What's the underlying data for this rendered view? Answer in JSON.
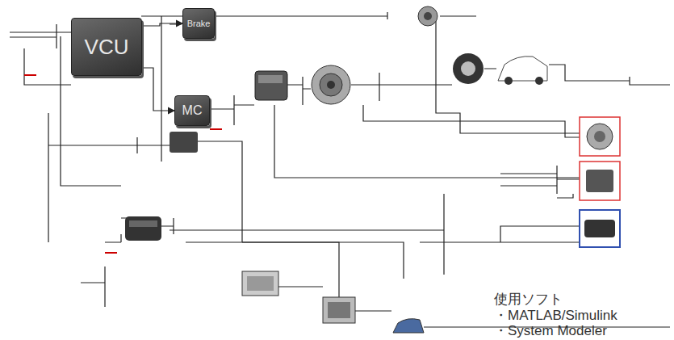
{
  "diagram": {
    "nodes": [
      {
        "text": [
          "VCU"
        ]
      },
      {
        "text": [
          "Brake"
        ]
      },
      {
        "text": [
          "MC"
        ]
      }
    ],
    "edges": [
      {
        "from": 0,
        "to": 1,
        "arrow": "to"
      },
      {
        "from": 0,
        "to": 2,
        "arrow": "to"
      }
    ],
    "labels": [
      "使用ソフト",
      "・MATLAB/Simulink",
      "・System Modeler"
    ]
  }
}
